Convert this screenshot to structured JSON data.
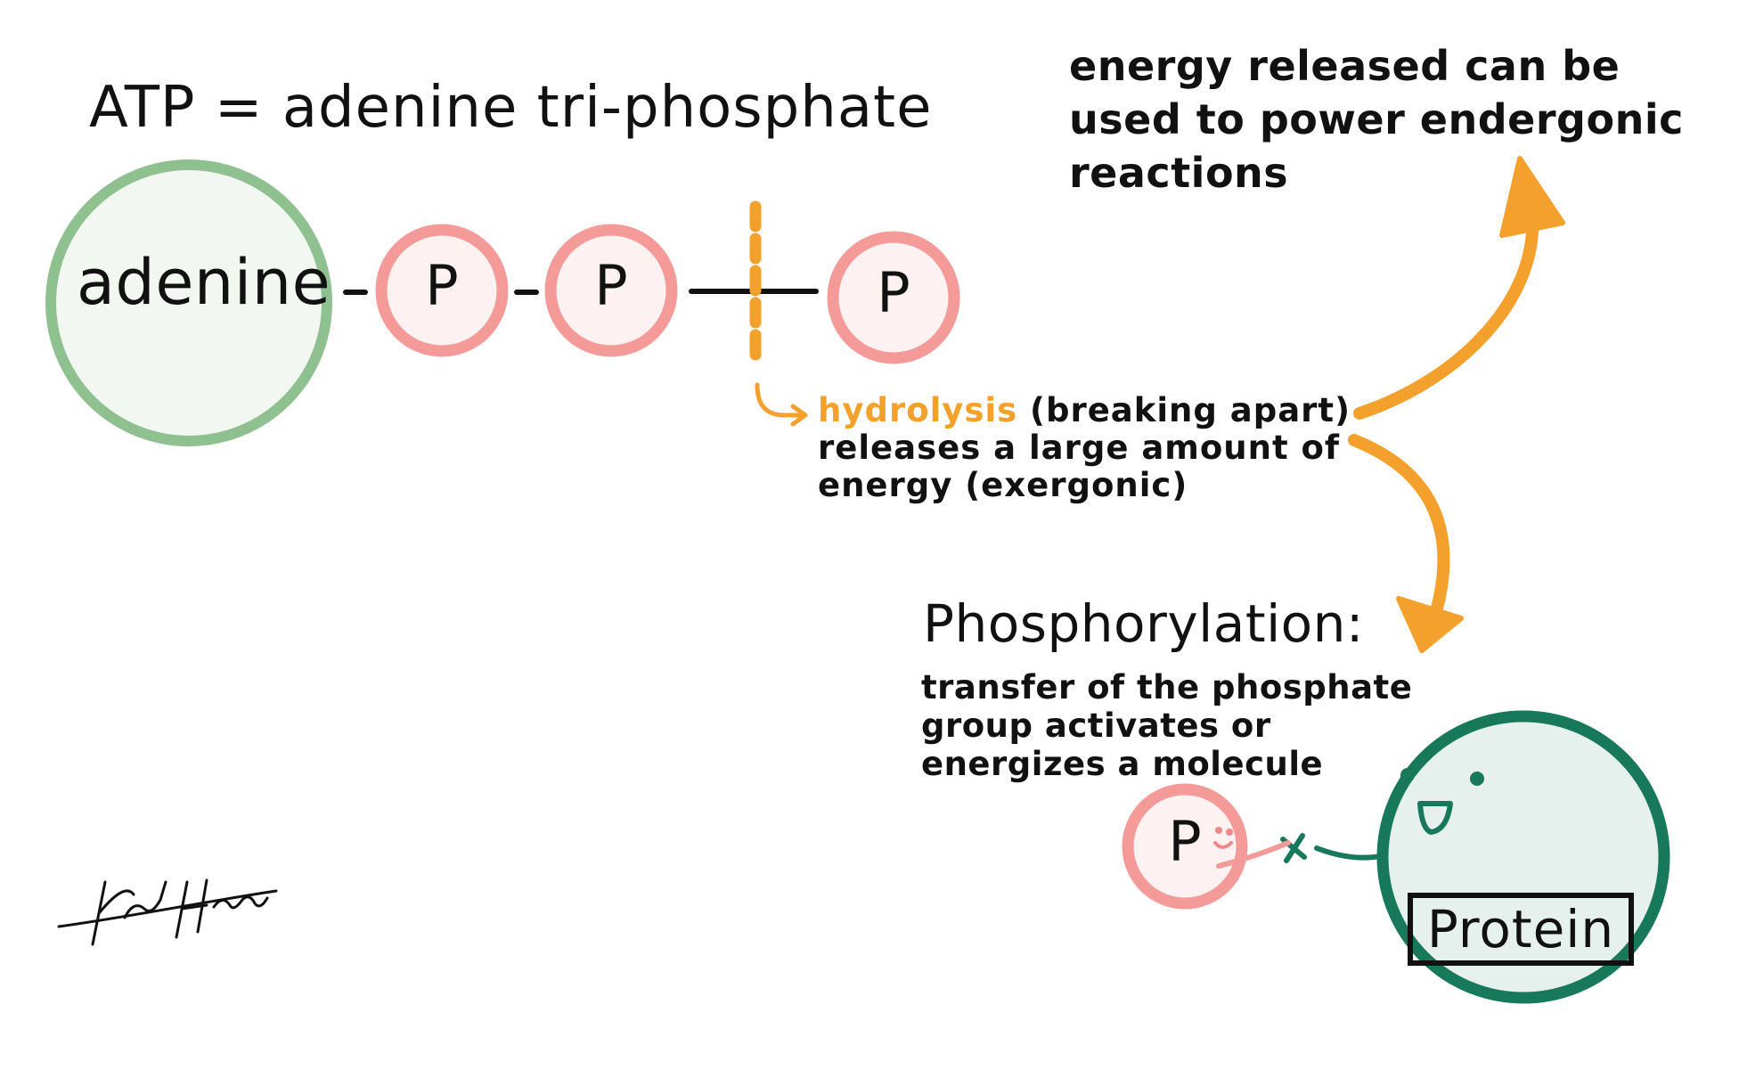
{
  "title": "ATP = adenine tri-phosphate",
  "molecule": {
    "adenine_label": "adenine",
    "phosphate_label": "P"
  },
  "energy_note": {
    "line1": "energy released can be",
    "line2": "used to power endergonic",
    "line3": "reactions"
  },
  "hydrolysis": {
    "keyword": "hydrolysis",
    "line1_rest": "(breaking apart)",
    "line2": "releases a large amount of",
    "line3": "energy (exergonic)"
  },
  "phosphorylation": {
    "title": "Phosphorylation:",
    "line1": "transfer of the phosphate",
    "line2": "group activates or",
    "line3": "energizes a molecule"
  },
  "protein_label": "Protein",
  "colors": {
    "adenine_ring": "#8fc08f",
    "adenine_fill": "#f3f7f1",
    "phosphate_ring": "#f49a98",
    "phosphate_fill": "#fdf1f1",
    "accent_orange": "#f4a02c",
    "protein_ring": "#17785a",
    "protein_fill": "#e6f0ec"
  }
}
